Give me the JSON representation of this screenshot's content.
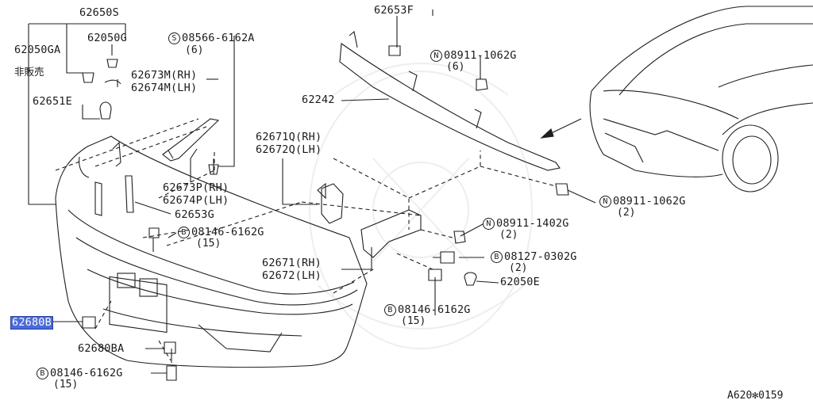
{
  "diagram": {
    "note_not_sold": "非販売",
    "footer_code": "A620✻0159",
    "labels": {
      "p62650S": "62650S",
      "p62050G": "62050G",
      "p62050GA": "62050GA",
      "s08566": "08566-6162A",
      "s08566_qty": "(6)",
      "p62673M": "62673M(RH)",
      "p62674M": "62674M(LH)",
      "p62651E": "62651E",
      "p62653F": "62653F",
      "n08911a": "08911-1062G",
      "n08911a_qty": "(6)",
      "p62242": "62242",
      "p62671Q": "62671Q(RH)",
      "p62672Q": "62672Q(LH)",
      "p62673P": "62673P(RH)",
      "p62674P": "62674P(LH)",
      "p62653G": "62653G",
      "n08911b": "08911-1062G",
      "n08911b_qty": "(2)",
      "n08911c": "08911-1402G",
      "n08911c_qty": "(2)",
      "b08146a": "08146-6162G",
      "b08146a_qty": "(15)",
      "p62671": "62671(RH)",
      "p62672": "62672(LH)",
      "b08127": "08127-0302G",
      "b08127_qty": "(2)",
      "p62050E": "62050E",
      "b08146b": "08146-6162G",
      "b08146b_qty": "(15)",
      "p62680B": "62680B",
      "p62680BA": "62680BA",
      "b08146c": "08146-6162G",
      "b08146c_qty": "(15)"
    },
    "prefix": {
      "S": "S",
      "N": "N",
      "B": "B"
    }
  }
}
